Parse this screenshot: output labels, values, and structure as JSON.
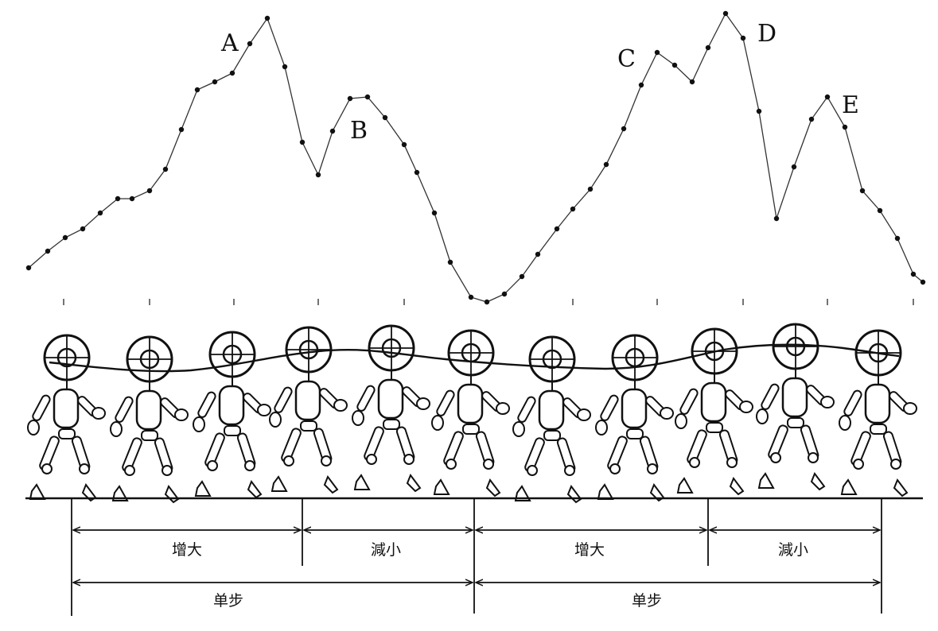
{
  "peaks": [
    {
      "id": "A",
      "label": "A"
    },
    {
      "id": "B",
      "label": "B"
    },
    {
      "id": "C",
      "label": "C"
    },
    {
      "id": "D",
      "label": "D"
    },
    {
      "id": "E",
      "label": "E"
    }
  ],
  "phases": {
    "increase_label": "增大",
    "decrease_label": "減小",
    "step_label": "单步"
  },
  "figure": {
    "walker_count": 11,
    "curve_point_count": 55
  }
}
